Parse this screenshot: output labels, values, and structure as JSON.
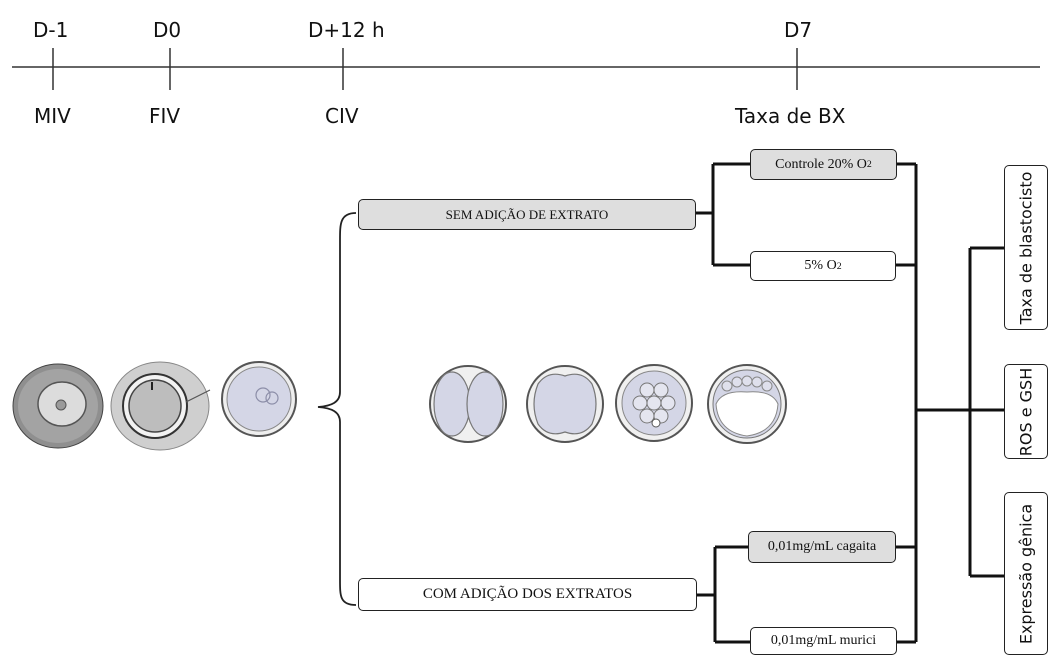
{
  "timeline": {
    "points": [
      {
        "top": "D-1",
        "bottom": "MIV"
      },
      {
        "top": "D0",
        "bottom": "FIV"
      },
      {
        "top": "D+12 h",
        "bottom": "CIV"
      },
      {
        "top": "D7",
        "bottom": "Taxa de BX"
      }
    ]
  },
  "groups": {
    "without_extract": "SEM ADIÇÃO DE EXTRATO",
    "with_extract": "COM ADIÇÃO DOS EXTRATOS"
  },
  "treatments": {
    "control": {
      "text": "Controle 20% O",
      "sub": "2"
    },
    "low_oxygen": {
      "text": "5% O",
      "sub": "2"
    },
    "cagaita": "0,01mg/mL cagaita",
    "murici": "0,01mg/mL murici"
  },
  "outcomes": [
    "Taxa de blastocisto",
    "ROS e GSH",
    "Expressão  gênica"
  ],
  "colors": {
    "line": "#222222",
    "box_shaded": "#dedede",
    "cell_fill": "#d4d6e6"
  }
}
